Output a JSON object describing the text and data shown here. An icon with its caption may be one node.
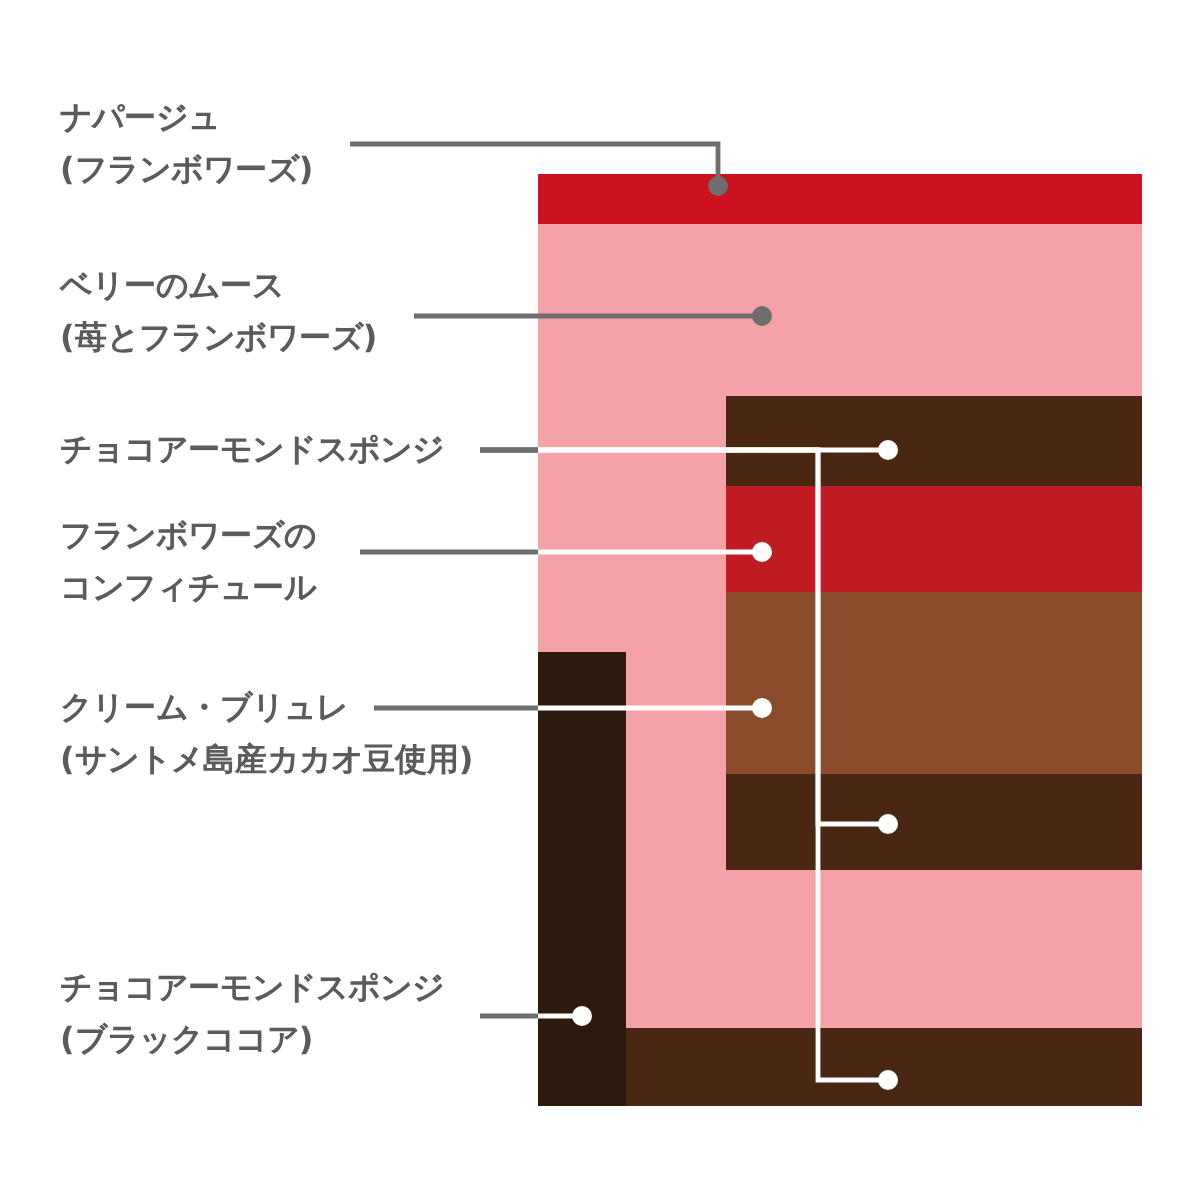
{
  "diagram": {
    "nodes": [
      {
        "text": [
          "ナパージュ (フランボワーズ)"
        ]
      },
      {
        "text": [
          "ベリーのムース (苺とフランボワーズ)"
        ]
      },
      {
        "text": [
          "チョコアーモンドスポンジ"
        ]
      },
      {
        "text": [
          "フランボワーズのコンフィチュール"
        ]
      },
      {
        "text": [
          "クリーム・ブリュレ (サントメ島産カカオ豆使用)"
        ]
      },
      {
        "text": [
          "チョコアーモンドスポンジ (ブラックココア)"
        ]
      },
      {
        "text": [],
        "shape": "box"
      },
      {
        "text": [],
        "shape": "box"
      },
      {
        "text": [],
        "shape": "box",
        "in": 7
      },
      {
        "text": [],
        "shape": "box",
        "in": 7
      },
      {
        "text": [],
        "shape": "box",
        "in": 7
      },
      {
        "text": [],
        "shape": "box",
        "in": 7
      },
      {
        "text": [],
        "shape": "box",
        "in": 7
      },
      {
        "text": [],
        "shape": "box",
        "in": 7
      }
    ],
    "edges": [
      {
        "from": 0,
        "to": 6,
        "arrow": "other"
      },
      {
        "from": 1,
        "to": 7,
        "arrow": "other"
      },
      {
        "from": 2,
        "to": 8,
        "arrow": "other"
      },
      {
        "from": 2,
        "to": 12,
        "arrow": "other"
      },
      {
        "from": 2,
        "to": 13,
        "arrow": "other"
      },
      {
        "from": 3,
        "to": 9,
        "arrow": "other"
      },
      {
        "from": 4,
        "to": 10,
        "arrow": "other"
      },
      {
        "from": 5,
        "to": 11,
        "arrow": "other"
      }
    ]
  }
}
